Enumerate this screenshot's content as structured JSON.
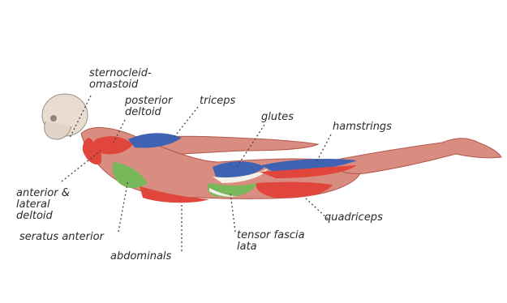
{
  "labels": {
    "sternocleidomastoid_line1": "sternocleid-",
    "sternocleidomastoid_line2": "omastoid",
    "posterior_deltoid_line1": "posterior",
    "posterior_deltoid_line2": "deltoid",
    "triceps": "triceps",
    "glutes": "glutes",
    "hamstrings": "hamstrings",
    "anterior_lateral_deltoid_line1": "anterior &",
    "anterior_lateral_deltoid_line2": "lateral",
    "anterior_lateral_deltoid_line3": "deltoid",
    "seratus_anterior": "seratus anterior",
    "abdominals": "abdominals",
    "tensor_fascia_lata_line1": "tensor fascia",
    "tensor_fascia_lata_line2": "lata",
    "quadriceps": "quadriceps"
  },
  "colors": {
    "background": "#ffffff",
    "muscle": "#d98c80",
    "muscle_dark": "#b4574b",
    "skin_skull": "#e9ddd2",
    "red_muscle": "#e0463b",
    "blue_muscle": "#3f63b2",
    "green_muscle": "#78b85a",
    "white_muscle": "#f4f1ea",
    "label_text": "#2a2a2a"
  }
}
